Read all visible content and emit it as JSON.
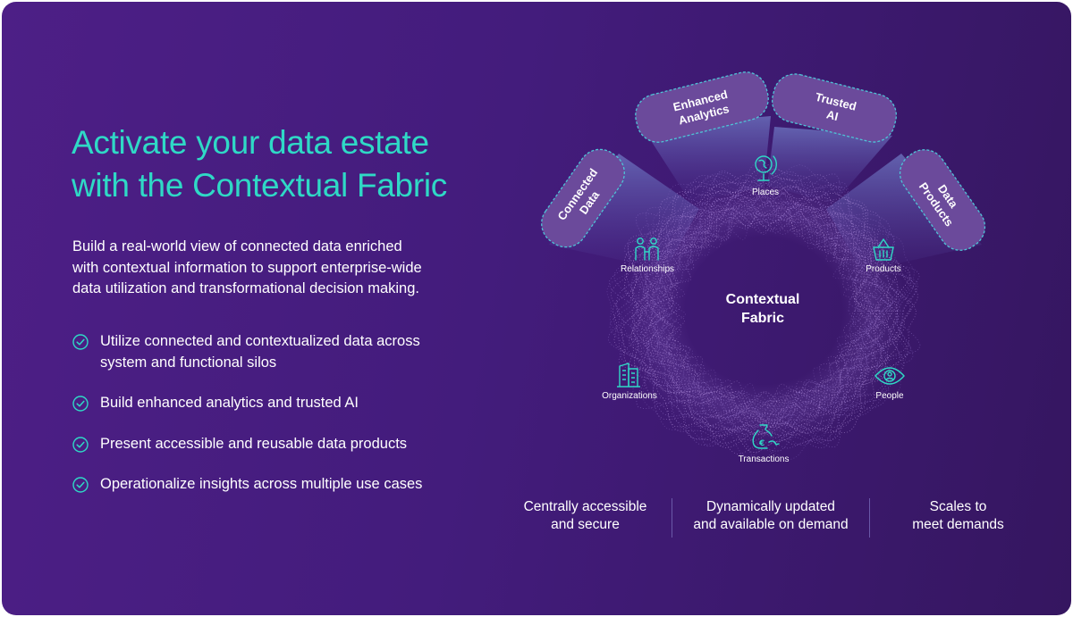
{
  "heading": {
    "line1": "Activate your data estate",
    "line2": "with the Contextual Fabric"
  },
  "intro": {
    "line1": "Build a real-world view of connected data enriched",
    "line2": "with contextual information to support enterprise-wide",
    "line3": "data utilization and transformational decision making."
  },
  "bullets": [
    {
      "line1": "Utilize connected and contextualized data across",
      "line2": "system and functional silos"
    },
    {
      "line1": "Build enhanced analytics and trusted AI"
    },
    {
      "line1": "Present accessible and reusable data products"
    },
    {
      "line1": "Operationalize insights across multiple use cases"
    }
  ],
  "fabric": {
    "center_line1": "Contextual",
    "center_line2": "Fabric",
    "tabs": [
      {
        "line1": "Connected",
        "line2": "Data"
      },
      {
        "line1": "Enhanced",
        "line2": "Analytics"
      },
      {
        "line1": "Trusted",
        "line2": "AI"
      },
      {
        "line1": "Data",
        "line2": "Products"
      }
    ],
    "nodes": [
      {
        "label": "Places",
        "icon": "globe-icon"
      },
      {
        "label": "Relationships",
        "icon": "people-icon"
      },
      {
        "label": "Products",
        "icon": "basket-icon"
      },
      {
        "label": "Organizations",
        "icon": "building-icon"
      },
      {
        "label": "People",
        "icon": "eye-person-icon"
      },
      {
        "label": "Transactions",
        "icon": "money-bag-icon"
      }
    ]
  },
  "features": [
    {
      "line1": "Centrally accessible",
      "line2": "and secure"
    },
    {
      "line1": "Dynamically updated",
      "line2": "and available on demand"
    },
    {
      "line1": "Scales to",
      "line2": "meet demands"
    }
  ],
  "colors": {
    "accent": "#2fd9c6",
    "tab_fill": "#6b4a9b",
    "background": "#431c7c",
    "text": "#ffffff"
  }
}
